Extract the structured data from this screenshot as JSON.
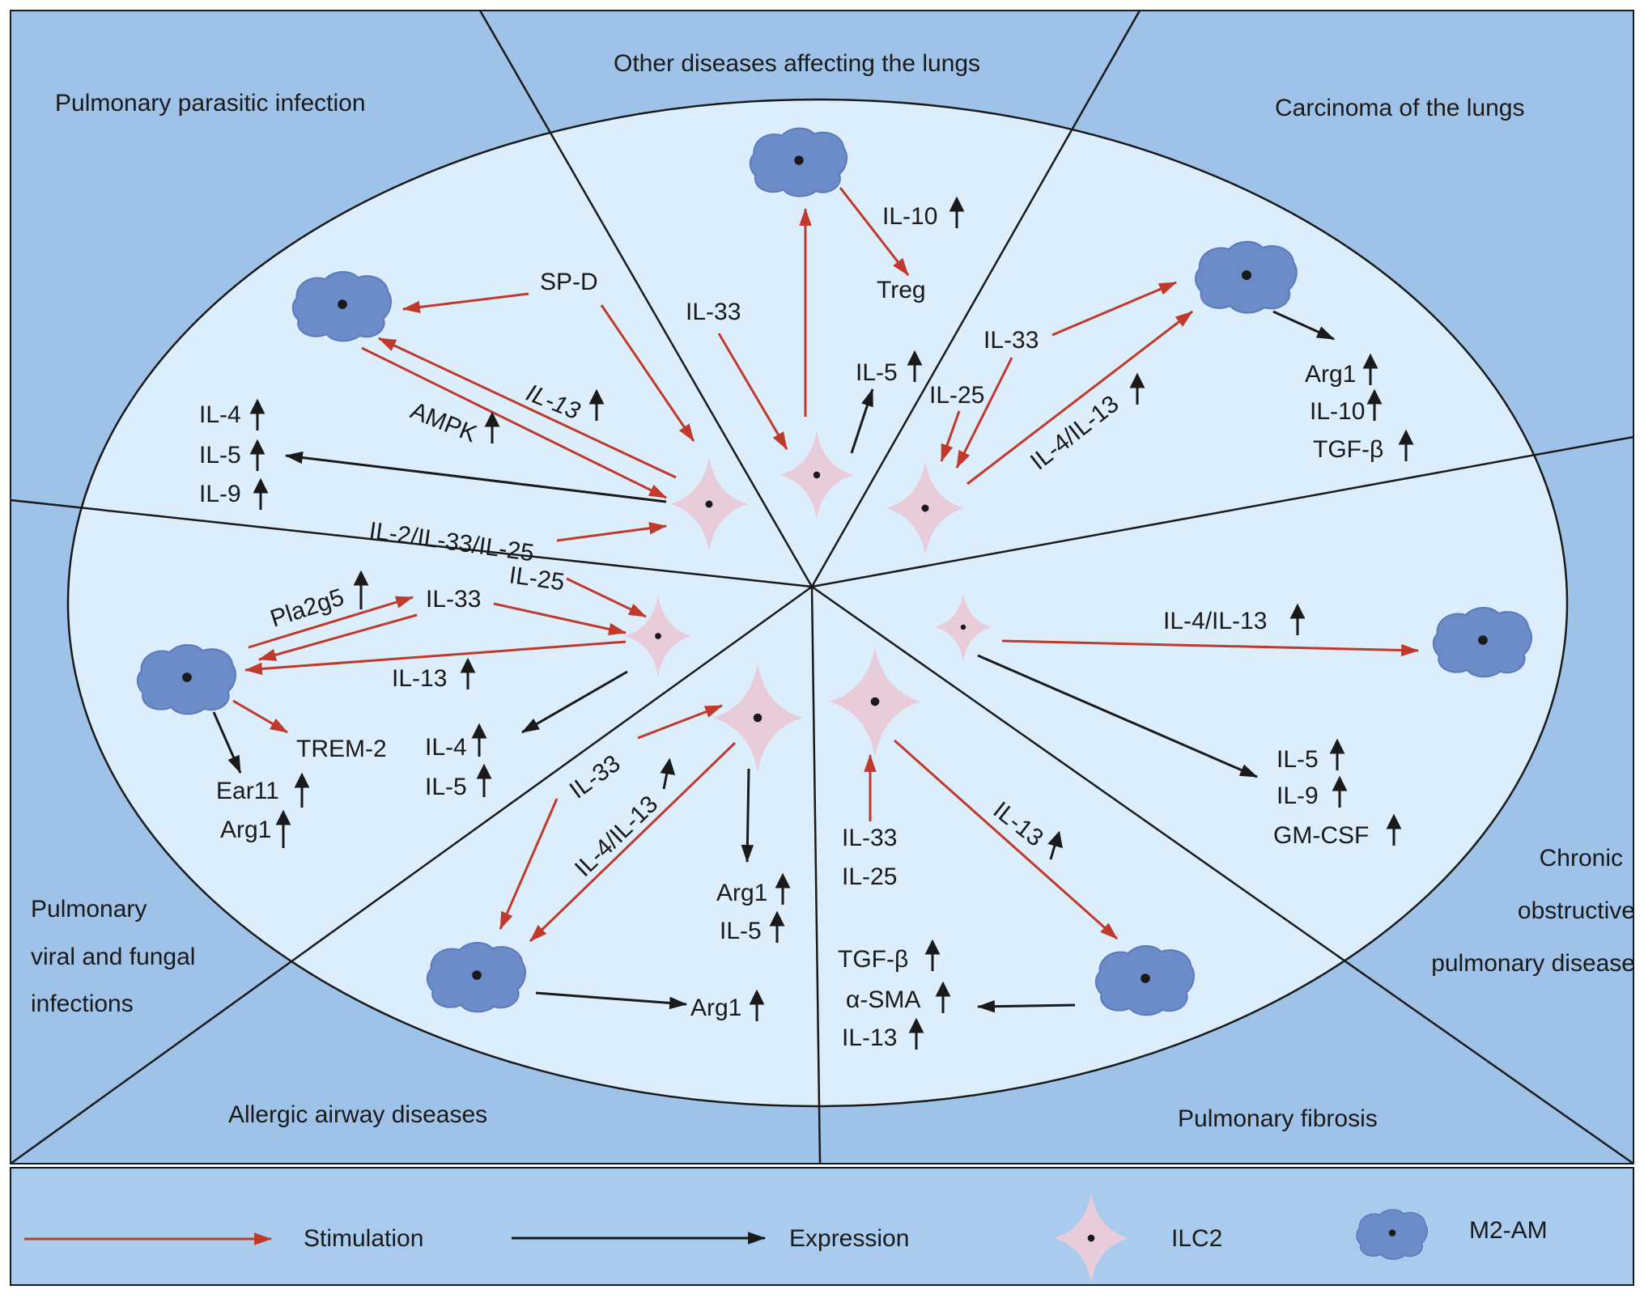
{
  "colors": {
    "outer_bg": "#9fc3e8",
    "outer_bg_dark": "#8fb6e0",
    "ellipse_fill": "#dcedfb",
    "legend_bg": "#a9cbed",
    "line": "#1a1a1a",
    "stimulation": "#c0392b",
    "expression": "#1a1a1a",
    "ilc2_fill": "#e9ccd9",
    "macrophage_fill": "#6c8cc9",
    "macrophage_edge": "#4f6fae",
    "nucleus": "#1a1a1a"
  },
  "sections": {
    "parasitic": "Pulmonary parasitic infection",
    "other": "Other diseases affecting the lungs",
    "carcinoma": "Carcinoma of the lungs",
    "copd_line1": "Chronic",
    "copd_line2": "obstructive",
    "copd_line3": "pulmonary disease",
    "viral_line1": "Pulmonary",
    "viral_line2": "viral and fungal",
    "viral_line3": "infections",
    "allergic": "Allergic airway diseases",
    "fibrosis": "Pulmonary fibrosis"
  },
  "labels": {
    "sp_d": "SP-D",
    "il13_parasitic": "IL-13",
    "ampk": "AMPK",
    "il4_p": "IL-4",
    "il5_p": "IL-5",
    "il9_p": "IL-9",
    "il2_33_25": "IL-2/IL-33/IL-25",
    "il10_other": "IL-10",
    "treg": "Treg",
    "il33_other": "IL-33",
    "il5_other": "IL-5",
    "il33_carc": "IL-33",
    "il25_carc": "IL-25",
    "il4_13_carc": "IL-4/IL-13",
    "arg1_carc": "Arg1",
    "il10_carc": "IL-10",
    "tgfb_carc": "TGF-β",
    "pla2g5": "Pla2g5",
    "il33_viral": "IL-33",
    "il25_viral": "IL-25",
    "il13_viral": "IL-13",
    "trem2": "TREM-2",
    "ear11": "Ear11",
    "arg1_viral": "Arg1",
    "il4_viral": "IL-4",
    "il5_viral": "IL-5",
    "il33_allergic": "IL-33",
    "il4_13_allergic": "IL-4/IL-13",
    "arg1_allergic_a": "Arg1",
    "il5_allergic": "IL-5",
    "arg1_allergic_b": "Arg1",
    "il33_fib": "IL-33",
    "il25_fib": "IL-25",
    "il13_fib": "IL-13",
    "tgfb_fib": "TGF-β",
    "asma_fib": "α-SMA",
    "il13_fib_b": "IL-13",
    "il4_13_copd": "IL-4/IL-13",
    "il5_copd": "IL-5",
    "il9_copd": "IL-9",
    "gmcsf_copd": "GM-CSF"
  },
  "legend": {
    "stimulation": "Stimulation",
    "expression": "Expression",
    "ilc2": "ILC2",
    "m2am": "M2-AM"
  }
}
